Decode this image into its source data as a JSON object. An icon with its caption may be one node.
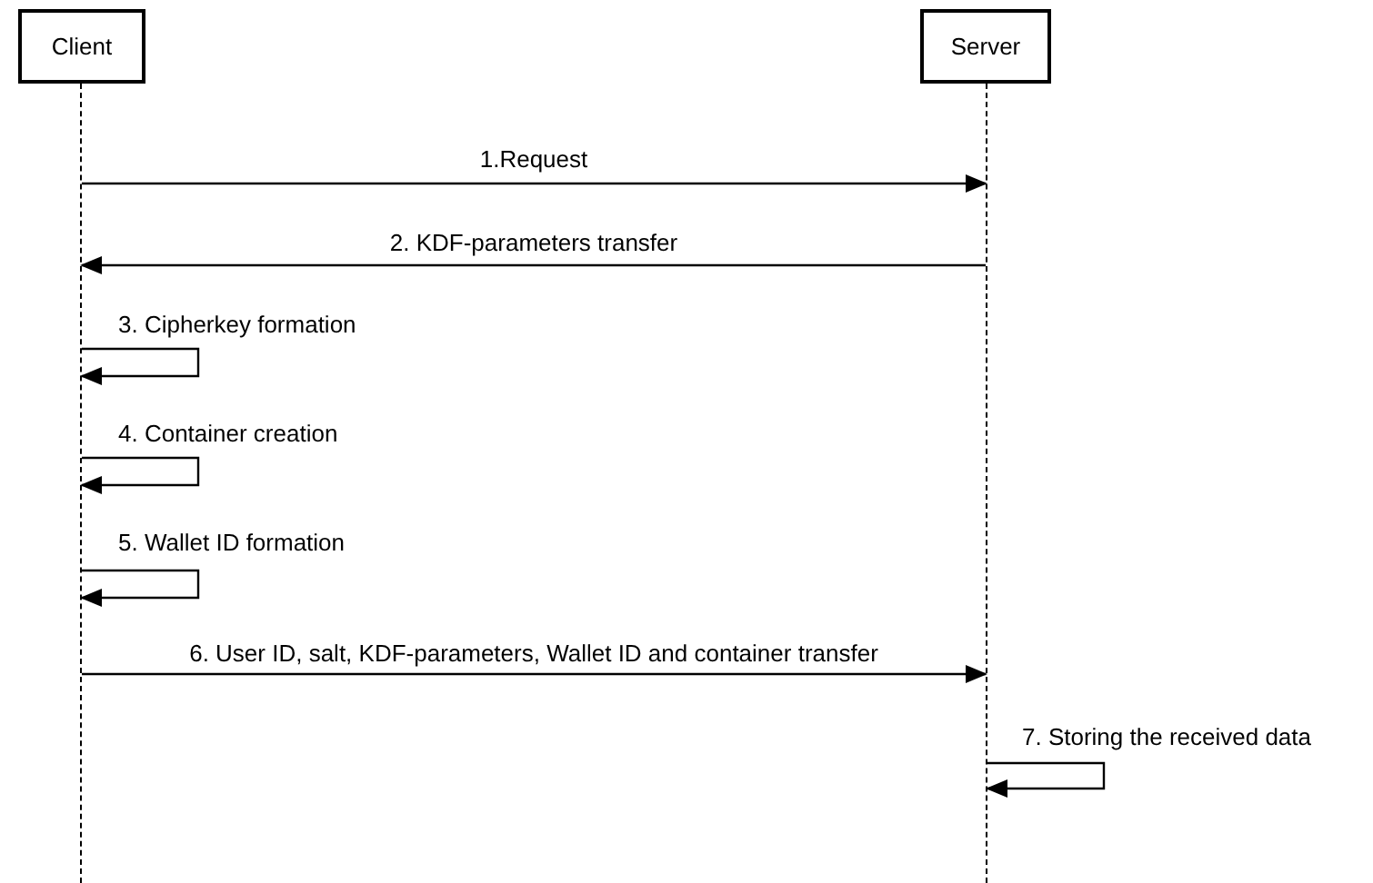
{
  "diagram": {
    "nodes": [
      {
        "text": [
          "Client"
        ]
      },
      {
        "text": [
          "Server"
        ]
      },
      {
        "text": [],
        "shape": "line"
      },
      {
        "text": [],
        "shape": "line"
      }
    ],
    "edges": [
      {
        "from": 2,
        "to": 3,
        "arrow": "to",
        "label": "1.Request"
      },
      {
        "from": 3,
        "to": 2,
        "arrow": "to",
        "label": "2. KDF-parameters transfer"
      },
      {
        "from": 2,
        "to": 2,
        "arrow": "to",
        "label": "3. Cipherkey formation"
      },
      {
        "from": 2,
        "to": 2,
        "arrow": "to",
        "label": "4. Container creation"
      },
      {
        "from": 2,
        "to": 2,
        "arrow": "to",
        "label": "5. Wallet ID formation"
      },
      {
        "from": 2,
        "to": 3,
        "arrow": "to",
        "label": "6. User ID, salt, KDF-parameters, Wallet ID and container transfer"
      },
      {
        "from": 3,
        "to": 3,
        "arrow": "to",
        "label": "7. Storing the received data"
      }
    ]
  }
}
